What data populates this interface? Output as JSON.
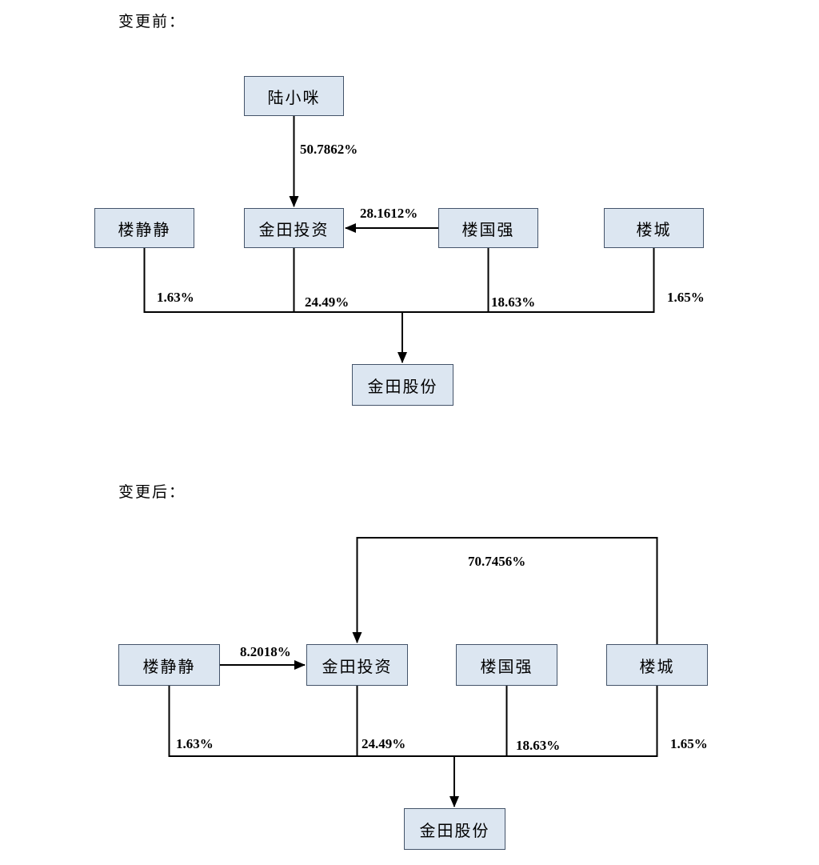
{
  "colors": {
    "box_fill": "#dce6f1",
    "box_border": "#44546a",
    "line": "#000000",
    "text": "#000000"
  },
  "before": {
    "title": "变更前：",
    "nodes": {
      "lu_xiaomi": "陆小咪",
      "lou_jingjing": "楼静静",
      "jintian_invest": "金田投资",
      "lou_guoqiang": "楼国强",
      "lou_cheng": "楼城",
      "jintian_shares": "金田股份"
    },
    "edge_labels": {
      "lu_xiaomi_to_invest": "50.7862%",
      "lou_guoqiang_to_invest": "28.1612%",
      "lou_jingjing_share": "1.63%",
      "invest_share": "24.49%",
      "lou_guoqiang_share": "18.63%",
      "lou_cheng_share": "1.65%"
    }
  },
  "after": {
    "title": "变更后：",
    "nodes": {
      "lou_jingjing": "楼静静",
      "jintian_invest": "金田投资",
      "lou_guoqiang": "楼国强",
      "lou_cheng": "楼城",
      "jintian_shares": "金田股份"
    },
    "edge_labels": {
      "lou_cheng_to_invest": "70.7456%",
      "lou_jingjing_to_invest": "8.2018%",
      "lou_jingjing_share": "1.63%",
      "invest_share": "24.49%",
      "lou_guoqiang_share": "18.63%",
      "lou_cheng_share": "1.65%"
    }
  }
}
